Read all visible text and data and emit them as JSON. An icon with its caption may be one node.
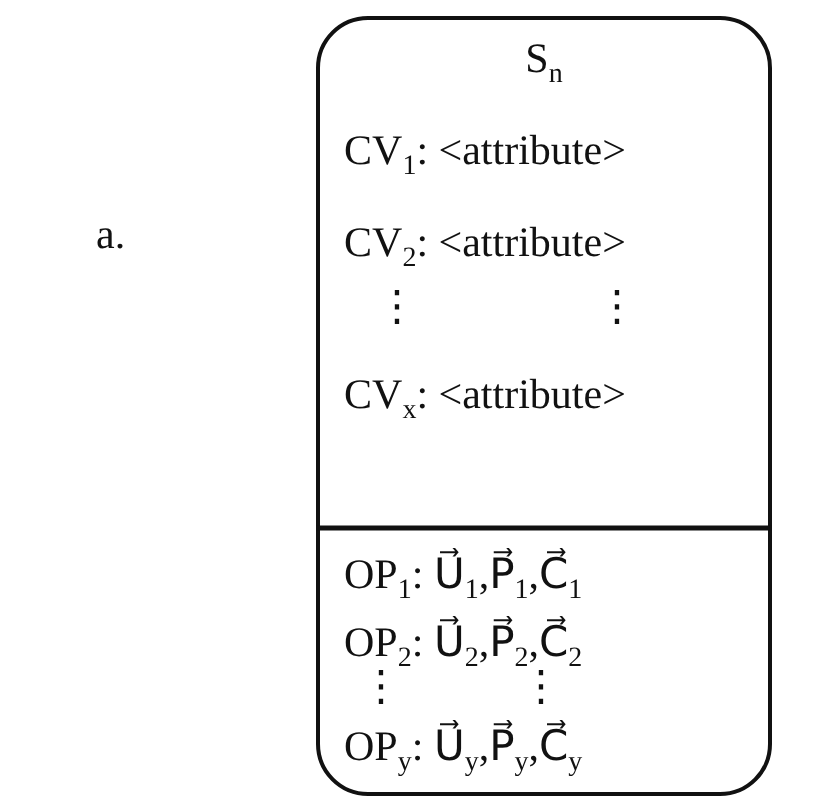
{
  "diagram": {
    "nodes": [
      {
        "text": [
          "S$_{n}$",
          "CV$_{1}$: <attribute>",
          "CV$_{2}$: <attribute>",
          "⋮",
          "⋮",
          "CV$_{x}$: <attribute>",
          "OP$_{1}$: U⃗$_{1}$,P⃗$_{1}$,C⃗$_{1}$",
          "OP$_{2}$: U⃗$_{2}$,P⃗$_{2}$,C⃗$_{2}$",
          "⋮",
          "⋮",
          "OP$_{y}$: U⃗$_{y}$,P⃗$_{y}$,C⃗$_{y}$"
        ]
      }
    ],
    "labels": [
      "a."
    ]
  }
}
